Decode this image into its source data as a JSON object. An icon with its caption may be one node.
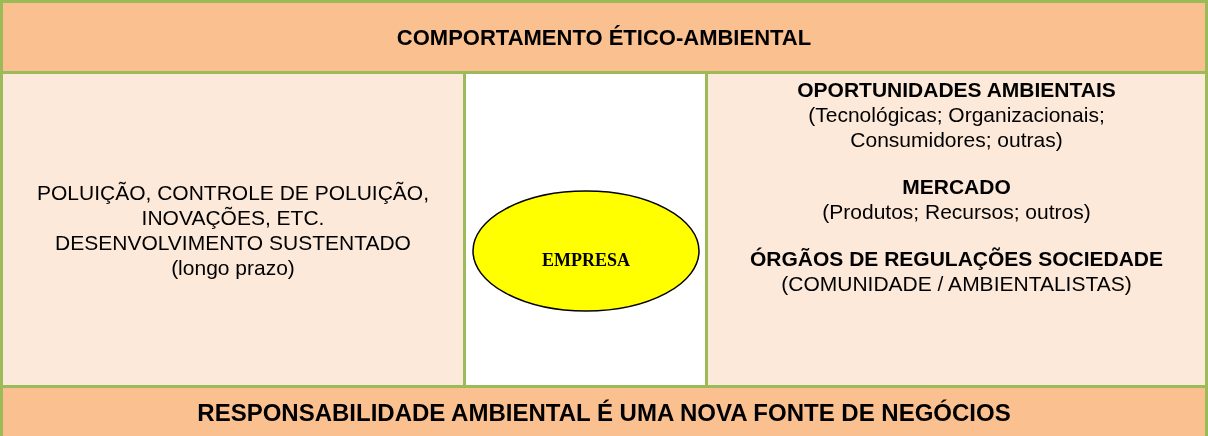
{
  "diagram": {
    "nodes": [
      {
        "text": [
          "COMPORTAMENTO ÉTICO-AMBIENTAL"
        ]
      },
      {
        "text": [
          "POLUIÇÃO, CONTROLE DE POLUIÇÃO, INOVAÇÕES, ETC.",
          "DESENVOLVIMENTO SUSTENTADO",
          "(longo prazo)"
        ]
      },
      {
        "text": [
          "EMPRESA"
        ]
      },
      {
        "text": [
          "OPORTUNIDADES AMBIENTAIS",
          "(Tecnológicas; Organizacionais; Consumidores; outras)",
          "MERCADO",
          "(Produtos; Recursos; outros)",
          "ÓRGÃOS DE REGULAÇÕES SOCIEDADE",
          "(COMUNIDADE / AMBIENTALISTAS)"
        ]
      },
      {
        "text": [
          "RESPONSABILIDADE AMBIENTAL É UMA NOVA FONTE DE NEGÓCIOS"
        ]
      }
    ],
    "edges": []
  }
}
